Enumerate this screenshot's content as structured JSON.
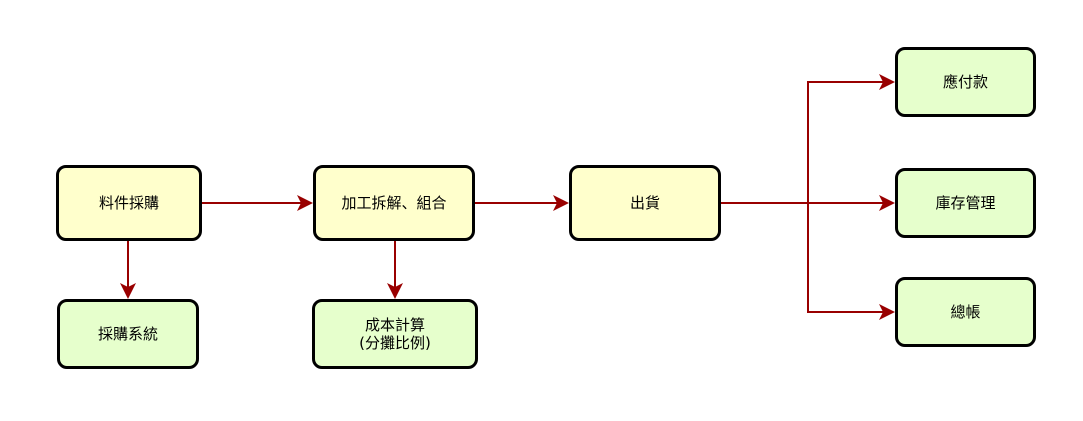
{
  "colors": {
    "process_fill": "#ffffcc",
    "output_fill": "#e6ffcc",
    "border": "#000000",
    "arrow": "#990000"
  },
  "nodes": {
    "material_purchase": {
      "label": "料件採購"
    },
    "processing": {
      "label": "加工拆解、組合"
    },
    "shipping": {
      "label": "出貨"
    },
    "purchase_system": {
      "label": "採購系統"
    },
    "cost_calc": {
      "line1": "成本計算",
      "line2": "(分攤比例)"
    },
    "payables": {
      "label": "應付款"
    },
    "inventory": {
      "label": "庫存管理"
    },
    "ledger": {
      "label": "總帳"
    }
  },
  "edges": [
    {
      "from": "料件採購",
      "to": "加工拆解、組合"
    },
    {
      "from": "料件採購",
      "to": "採購系統"
    },
    {
      "from": "加工拆解、組合",
      "to": "出貨"
    },
    {
      "from": "加工拆解、組合",
      "to": "成本計算(分攤比例)"
    },
    {
      "from": "出貨",
      "to": "應付款"
    },
    {
      "from": "出貨",
      "to": "庫存管理"
    },
    {
      "from": "出貨",
      "to": "總帳"
    }
  ]
}
